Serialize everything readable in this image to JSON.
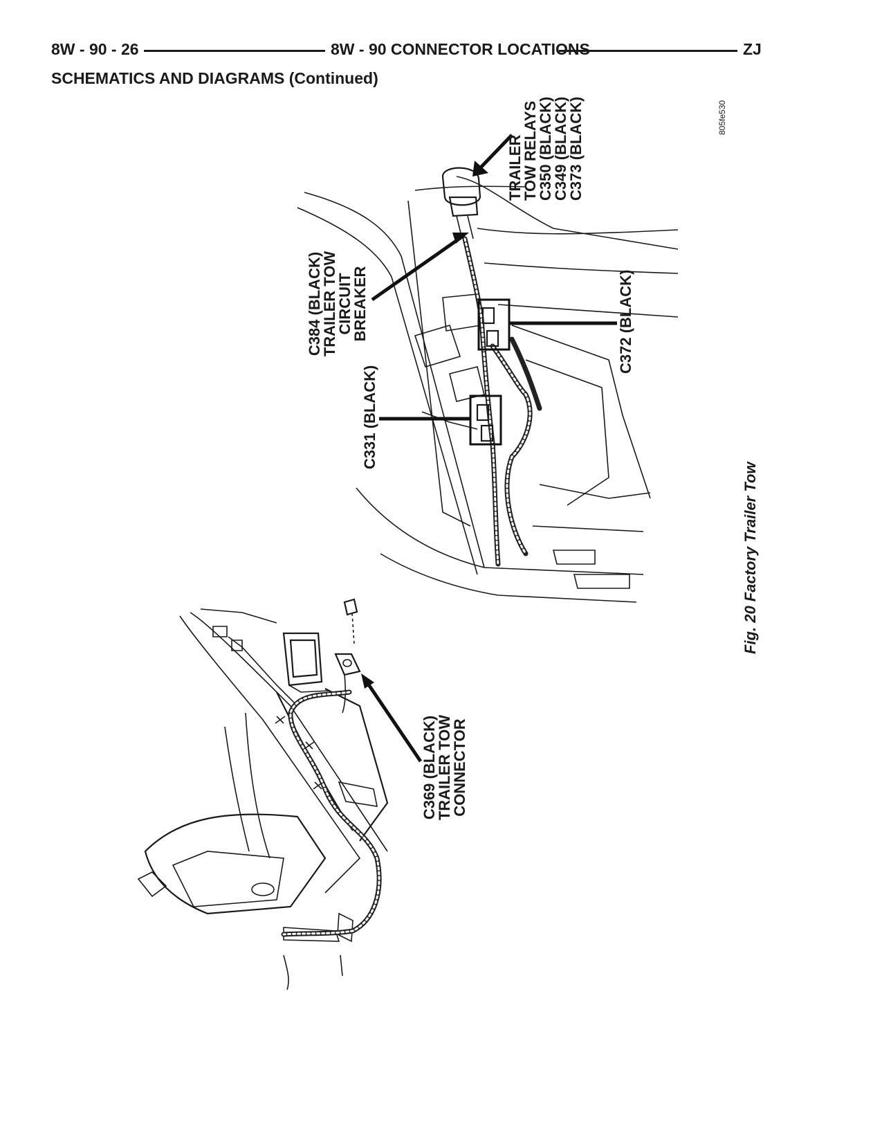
{
  "header": {
    "page_number": "8W - 90 - 26",
    "section_title": "8W - 90 CONNECTOR LOCATIONS",
    "model_code": "ZJ"
  },
  "subheader": "SCHEMATICS AND DIAGRAMS (Continued)",
  "figure": {
    "code": "805fe530",
    "caption": "Fig. 20 Factory Trailer Tow",
    "labels": {
      "relays": [
        "TRAILER",
        "TOW RELAYS",
        "C350 (BLACK)",
        "C349 (BLACK)",
        "C373 (BLACK)"
      ],
      "c384": [
        "C384 (BLACK)",
        "TRAILER TOW",
        "CIRCUIT",
        "BREAKER"
      ],
      "c372": [
        "C372 (BLACK)"
      ],
      "c331": [
        "C331 (BLACK)"
      ],
      "c369": [
        "C369 (BLACK)",
        "TRAILER TOW",
        "CONNECTOR"
      ]
    }
  }
}
